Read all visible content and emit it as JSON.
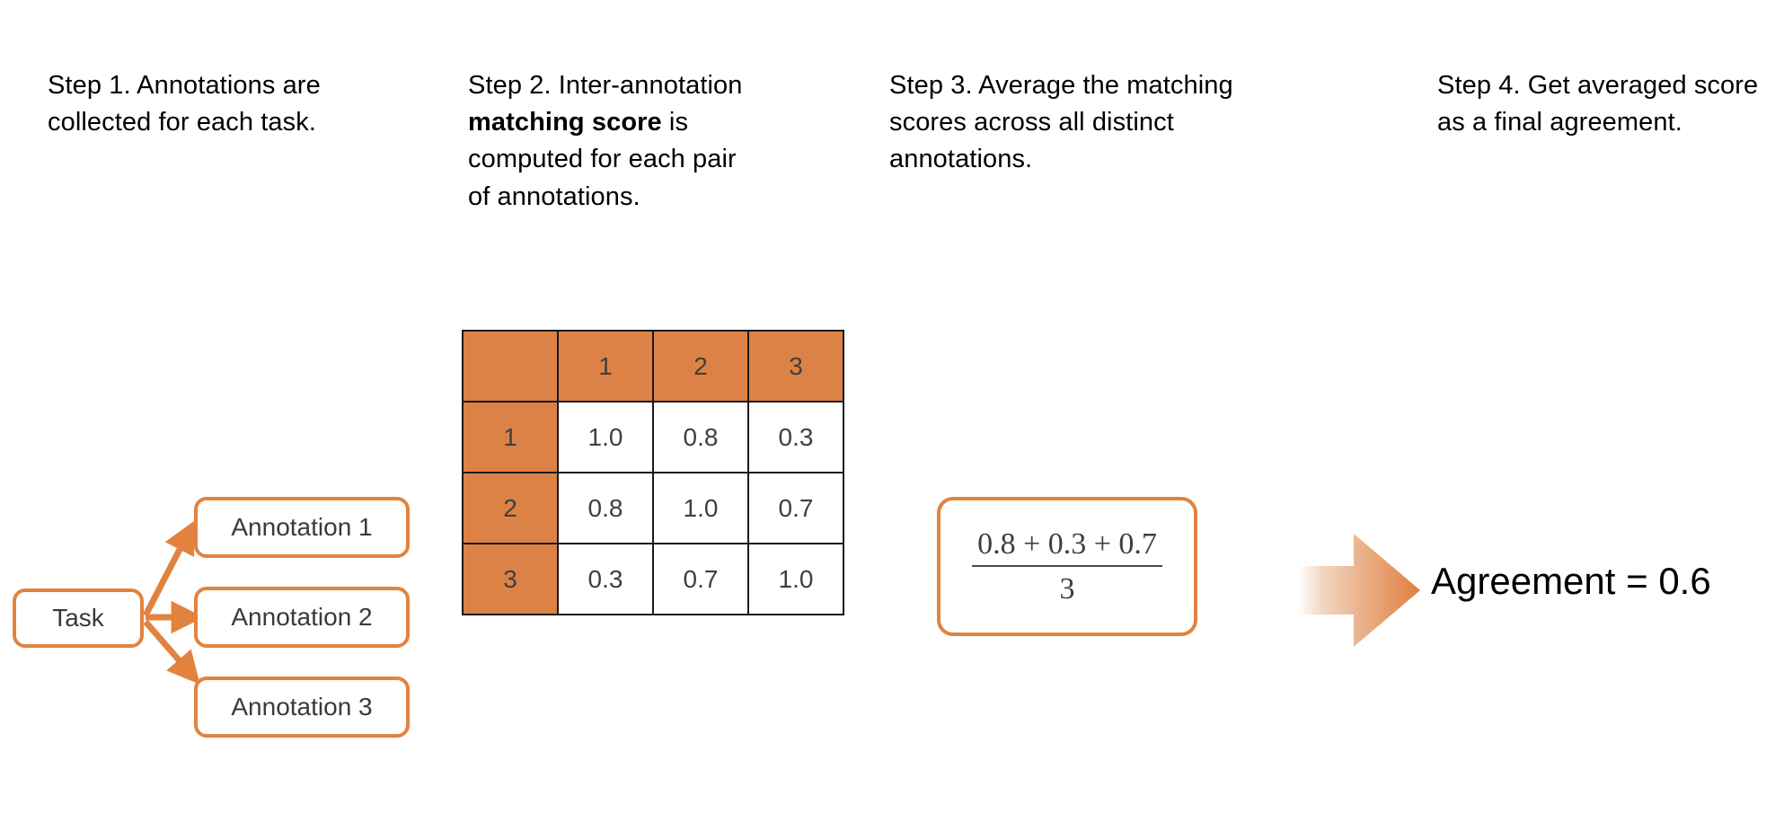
{
  "steps": [
    {
      "id": "step-1",
      "text_before_bold": "Step 1. Annotations are collected for each task.",
      "bold": "",
      "text_after_bold": ""
    },
    {
      "id": "step-2",
      "text_before_bold": "Step 2. Inter-annotation ",
      "bold": "matching score",
      "text_after_bold": " is computed for each pair of annotations."
    },
    {
      "id": "step-3",
      "text_before_bold": "Step 3. Average the matching scores across all distinct annotations.",
      "bold": "",
      "text_after_bold": ""
    },
    {
      "id": "step-4",
      "text_before_bold": "Step 4. Get averaged score as a final agreement.",
      "bold": "",
      "text_after_bold": ""
    }
  ],
  "flow": {
    "task_label": "Task",
    "annotations": [
      {
        "label": "Annotation 1"
      },
      {
        "label": "Annotation 2"
      },
      {
        "label": "Annotation 3"
      }
    ]
  },
  "chart_data": {
    "type": "heatmap",
    "title": "Inter-annotation matching score matrix",
    "xlabel": "",
    "ylabel": "",
    "corner_label": "",
    "categories": [
      "1",
      "2",
      "3"
    ],
    "column_headers": [
      "1",
      "2",
      "3"
    ],
    "row_headers": [
      "1",
      "2",
      "3"
    ],
    "values": [
      [
        "1.0",
        "0.8",
        "0.3"
      ],
      [
        "0.8",
        "1.0",
        "0.7"
      ],
      [
        "0.3",
        "0.7",
        "1.0"
      ]
    ],
    "numeric_values": [
      [
        1.0,
        0.8,
        0.3
      ],
      [
        0.8,
        1.0,
        0.7
      ],
      [
        0.3,
        0.7,
        1.0
      ]
    ],
    "grid": true,
    "legend": "none"
  },
  "average": {
    "numerator": "0.8 + 0.3 + 0.7",
    "denominator": "3",
    "terms": [
      "0.8",
      "0.3",
      "0.7"
    ],
    "count": "3"
  },
  "result": {
    "label": "Agreement = 0.6",
    "value": "0.6"
  },
  "colors": {
    "accent_orange": "#E1833F",
    "matrix_header_fill": "#DD8247",
    "matrix_border": "#1a1a1a",
    "text_dark": "#3f3f3f",
    "text_black": "#000000",
    "background": "#ffffff"
  },
  "icons": {
    "arrow_right": "right-arrow-icon",
    "branch_arrow": "branch-arrow-icon"
  }
}
